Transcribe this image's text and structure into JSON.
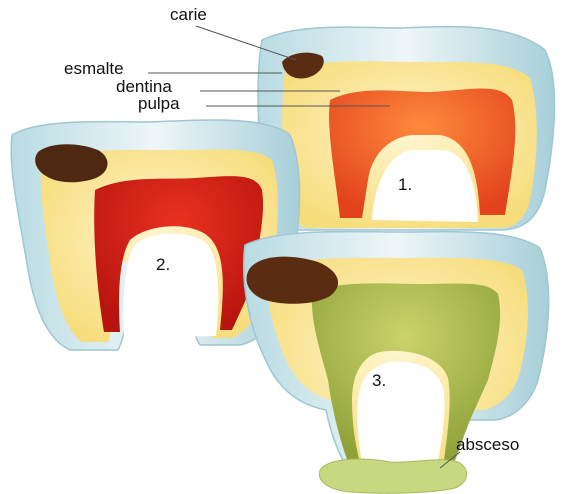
{
  "labels": {
    "carie": "carie",
    "esmalte": "esmalte",
    "dentina": "dentina",
    "pulpa": "pulpa",
    "absceso": "absceso"
  },
  "stages": [
    "1.",
    "2.",
    "3."
  ],
  "colors": {
    "enamel": "#dcecf0",
    "enamel_edge": "#a9d0da",
    "dentin": "#fbe79a",
    "dentin_light": "#fff3c2",
    "pulp_healthy": "#f0602a",
    "pulp_inflamed": "#d9241e",
    "pulp_infected": "#a9b84a",
    "caries": "#5a2d12",
    "abscess": "#c8d880"
  }
}
